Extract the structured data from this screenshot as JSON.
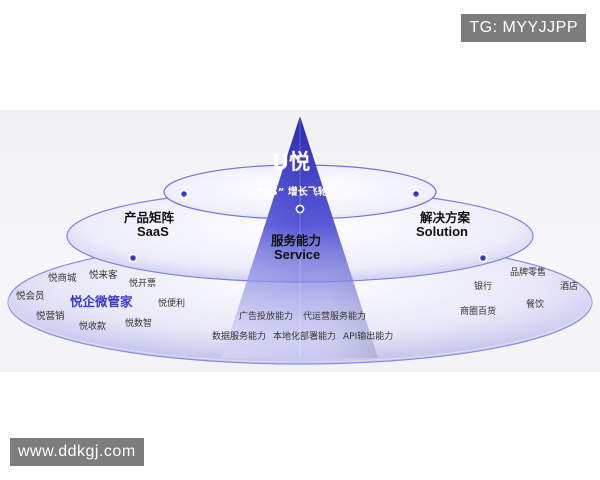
{
  "watermark_top": "TG: MYYJJPP",
  "watermark_bottom": "www.ddkgj.com",
  "logo": "U悦",
  "flywheel_tag": "“3S” 增长飞轮",
  "left_tier": {
    "cn": "产品矩阵",
    "en": "SaaS"
  },
  "center_tier": {
    "cn": "服务能力",
    "en": "Service"
  },
  "right_tier": {
    "cn": "解决方案",
    "en": "Solution"
  },
  "saas_products": {
    "yue_mall": "悦商城",
    "yue_laike": "悦来客",
    "yue_invoice": "悦开票",
    "yue_member": "悦会员",
    "yue_wecom": "悦企微管家",
    "yue_convenience": "悦便利",
    "yue_marketing": "悦营销",
    "yue_pay": "悦收款",
    "yue_data": "悦数智"
  },
  "service_items": [
    "广告投放能力",
    "代运营服务能力",
    "数据服务能力",
    "本地化部署能力",
    "API输出能力"
  ],
  "solution_industries": {
    "bank": "银行",
    "brand_retail": "品牌零售",
    "hotel": "酒店",
    "catering": "餐饮",
    "department_store": "商圈百货"
  },
  "colors": {
    "accent": "#3a3acb",
    "pyramid_top": "#2a2ab0",
    "pyramid_mid": "#5656d8",
    "pyramid_base": "#c9c9f2",
    "ellipse_edge": "#6e6ee0"
  }
}
